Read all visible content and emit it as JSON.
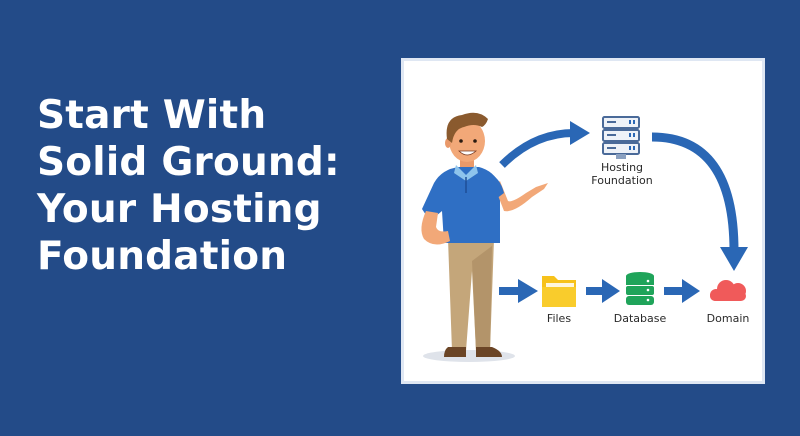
{
  "headline": {
    "lines": [
      "Start With",
      "Solid Ground:",
      "Your Hosting",
      "Foundation"
    ]
  },
  "diagram": {
    "nodes": {
      "hosting": {
        "label_line1": "Hosting",
        "label_line2": "Foundation",
        "icon": "server-rack-icon"
      },
      "files": {
        "label": "Files",
        "icon": "folder-icon"
      },
      "database": {
        "label": "Database",
        "icon": "database-icon"
      },
      "domain": {
        "label": "Domain",
        "icon": "cloud-icon"
      }
    },
    "colors": {
      "background": "#234b88",
      "arrow": "#2a67b5",
      "folder": "#f7c21b",
      "database": "#1fa45a",
      "cloud": "#f05a5a",
      "server": "#4a6a99",
      "shirt": "#2f6fc4",
      "pants": "#c4a67a"
    }
  }
}
